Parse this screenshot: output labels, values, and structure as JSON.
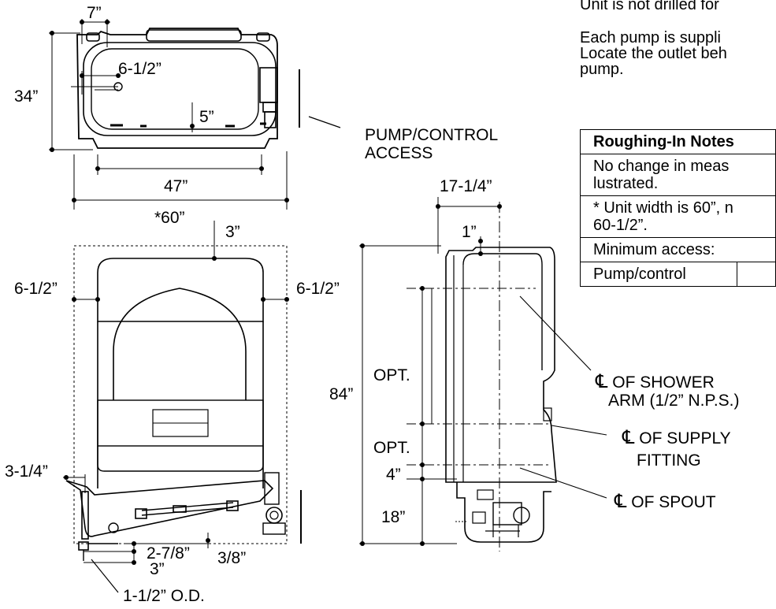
{
  "labels": {
    "dim_7": "7”",
    "dim_6_1_2_top": "6-1/2”",
    "dim_34": "34”",
    "dim_5": "5”",
    "dim_47": "47”",
    "dim_60": "*60”",
    "dim_3_top": "3”",
    "dim_6_1_2_left": "6-1/2”",
    "dim_6_1_2_right": "6-1/2”",
    "dim_3_1_4": "3-1/4”",
    "dim_2_7_8": "2-7/8”",
    "dim_3_8": "3/8”",
    "dim_3_bottom": "3”",
    "dim_1_1_2_od": "1-1/2”  O.D.",
    "pump_access_1": "PUMP/CONTROL",
    "pump_access_2": "ACCESS",
    "dim_17_1_4": "17-1/4”",
    "dim_1": "1”",
    "dim_84": "84”",
    "opt_1": "OPT.",
    "opt_2": "OPT.",
    "dim_4": "4”",
    "dim_18": "18”",
    "cl_symbol": "℄",
    "shower_arm_1": "OF SHOWER",
    "shower_arm_2": "ARM (1/2” N.P.S.)",
    "supply_1": "OF SUPPLY",
    "supply_2": "FITTING",
    "spout": "OF SPOUT"
  },
  "notes": {
    "line1": "Unit is not drilled for",
    "line2": "Each pump is suppli",
    "line3": "Locate the outlet beh",
    "line4": "pump."
  },
  "table": {
    "header": "Roughing-In Notes",
    "row1a": "No change in meas",
    "row1b": "lustrated.",
    "row2a": "* Unit width is 60”, n",
    "row2b": "60-1/2”.",
    "row3": "Minimum access:",
    "row4": "Pump/control"
  }
}
